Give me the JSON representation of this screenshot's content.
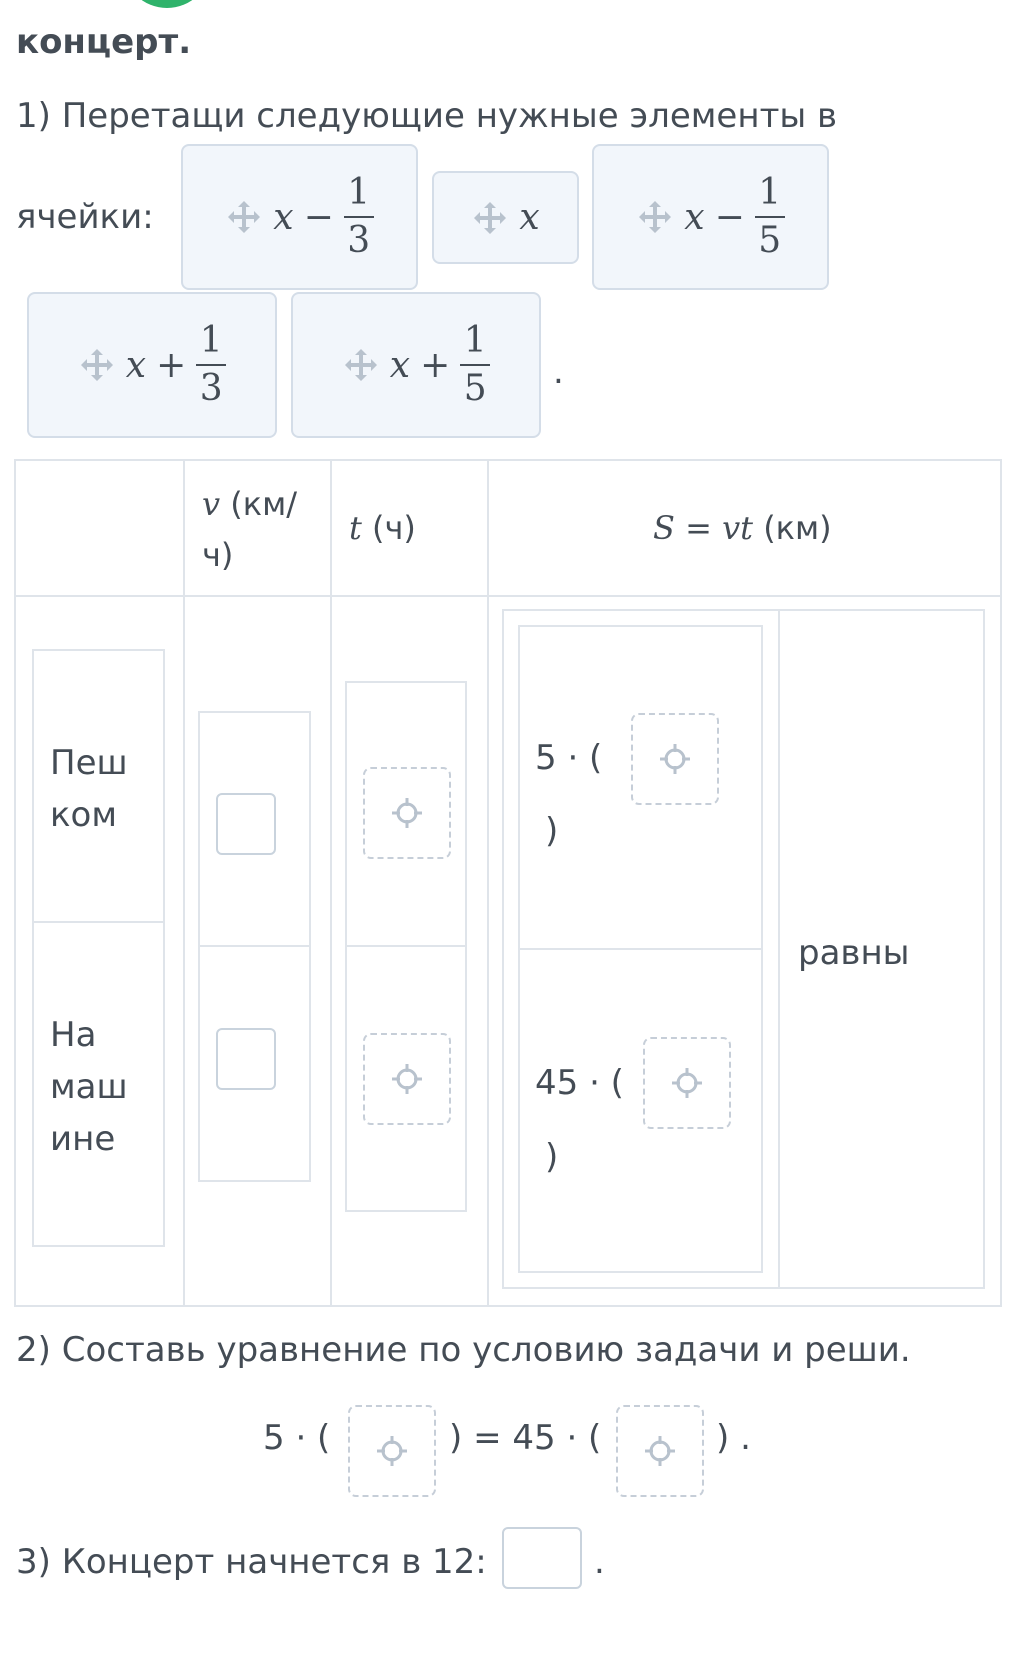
{
  "heading": "концерт.",
  "task1": {
    "line1": "1) Перетащи следующие нужные элементы в",
    "line2": "ячейки:",
    "end_period": "."
  },
  "tiles": [
    {
      "var": "x",
      "op": "−",
      "num": "1",
      "den": "3"
    },
    {
      "var": "x"
    },
    {
      "var": "x",
      "op": "−",
      "num": "1",
      "den": "5"
    },
    {
      "var": "x",
      "op": "+",
      "num": "1",
      "den": "3"
    },
    {
      "var": "x",
      "op": "+",
      "num": "1",
      "den": "5"
    }
  ],
  "table": {
    "col_v_sym": "v",
    "col_v_unit": " (км/",
    "col_v_unit2": "ч)",
    "col_t_sym": "t",
    "col_t_unit": " (ч)",
    "col_s_sym": "S",
    "col_s_eq": " = ",
    "col_s_sym2": "vt",
    "col_s_unit": " (км)",
    "row1_label_a": "Пеш",
    "row1_label_b": "ком",
    "row2_label_a": "На",
    "row2_label_b": "маш",
    "row2_label_c": "ине",
    "row1_s_prefix": "5 · (",
    "row1_s_close": ")",
    "row2_s_prefix": "45 · (",
    "row2_s_close": ")",
    "equal_word": "равны"
  },
  "task2": {
    "text": "2) Составь уравнение по условию задачи и реши.",
    "left_prefix": "5 · (",
    "mid": ") = 45 · (",
    "right_suffix": ") ."
  },
  "task3": {
    "text": "3) Концерт начнется в 12:",
    "end": "."
  },
  "icons": {
    "move": "move-arrows-icon",
    "drop_target": "crosshair-target-icon"
  },
  "colors": {
    "tile_bg": "#f2f6fb",
    "tile_border": "#d4dde8",
    "grid": "#dfe4ea",
    "text": "#444c55",
    "accent_green": "#2fb36b"
  }
}
